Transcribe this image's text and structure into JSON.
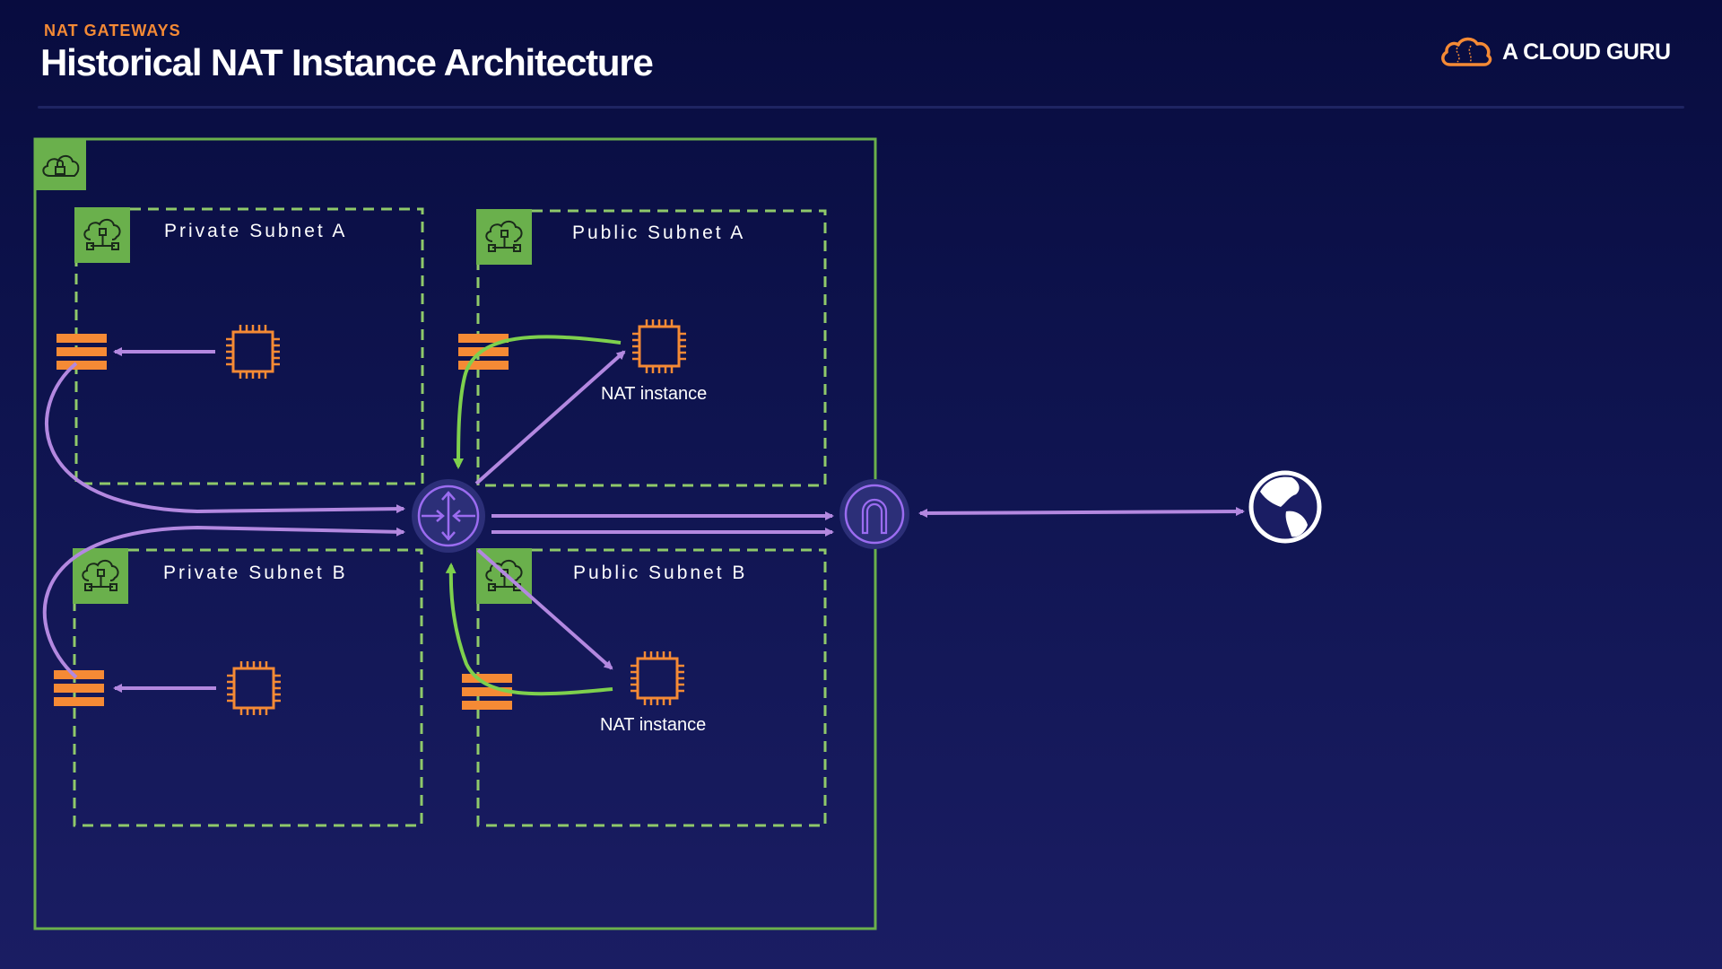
{
  "header": {
    "eyebrow": "NAT GATEWAYS",
    "title": "Historical NAT Instance Architecture",
    "brand": "A CLOUD GURU"
  },
  "diagram": {
    "vpc": {
      "icon": "vpc-lock-cloud-icon"
    },
    "subnets": [
      {
        "id": "private-a",
        "label": "Private Subnet A",
        "icon": "subnet-cloud-icon"
      },
      {
        "id": "public-a",
        "label": "Public Subnet A",
        "icon": "subnet-cloud-icon"
      },
      {
        "id": "private-b",
        "label": "Private Subnet B",
        "icon": "subnet-cloud-icon"
      },
      {
        "id": "public-b",
        "label": "Public Subnet B",
        "icon": "subnet-cloud-icon"
      }
    ],
    "nat_instances": [
      {
        "label": "NAT instance",
        "subnet": "public-a"
      },
      {
        "label": "NAT instance",
        "subnet": "public-b"
      }
    ],
    "nodes": {
      "router": "router-icon",
      "internet_gateway": "internet-gateway-icon",
      "internet": "globe-icon"
    },
    "colors": {
      "vpc_border": "#6ab04c",
      "subnet_border": "#8fc96a",
      "orange": "#f58a35",
      "purple": "#b388e0",
      "green": "#7ed04d",
      "router_fill": "#2c2f78"
    }
  }
}
